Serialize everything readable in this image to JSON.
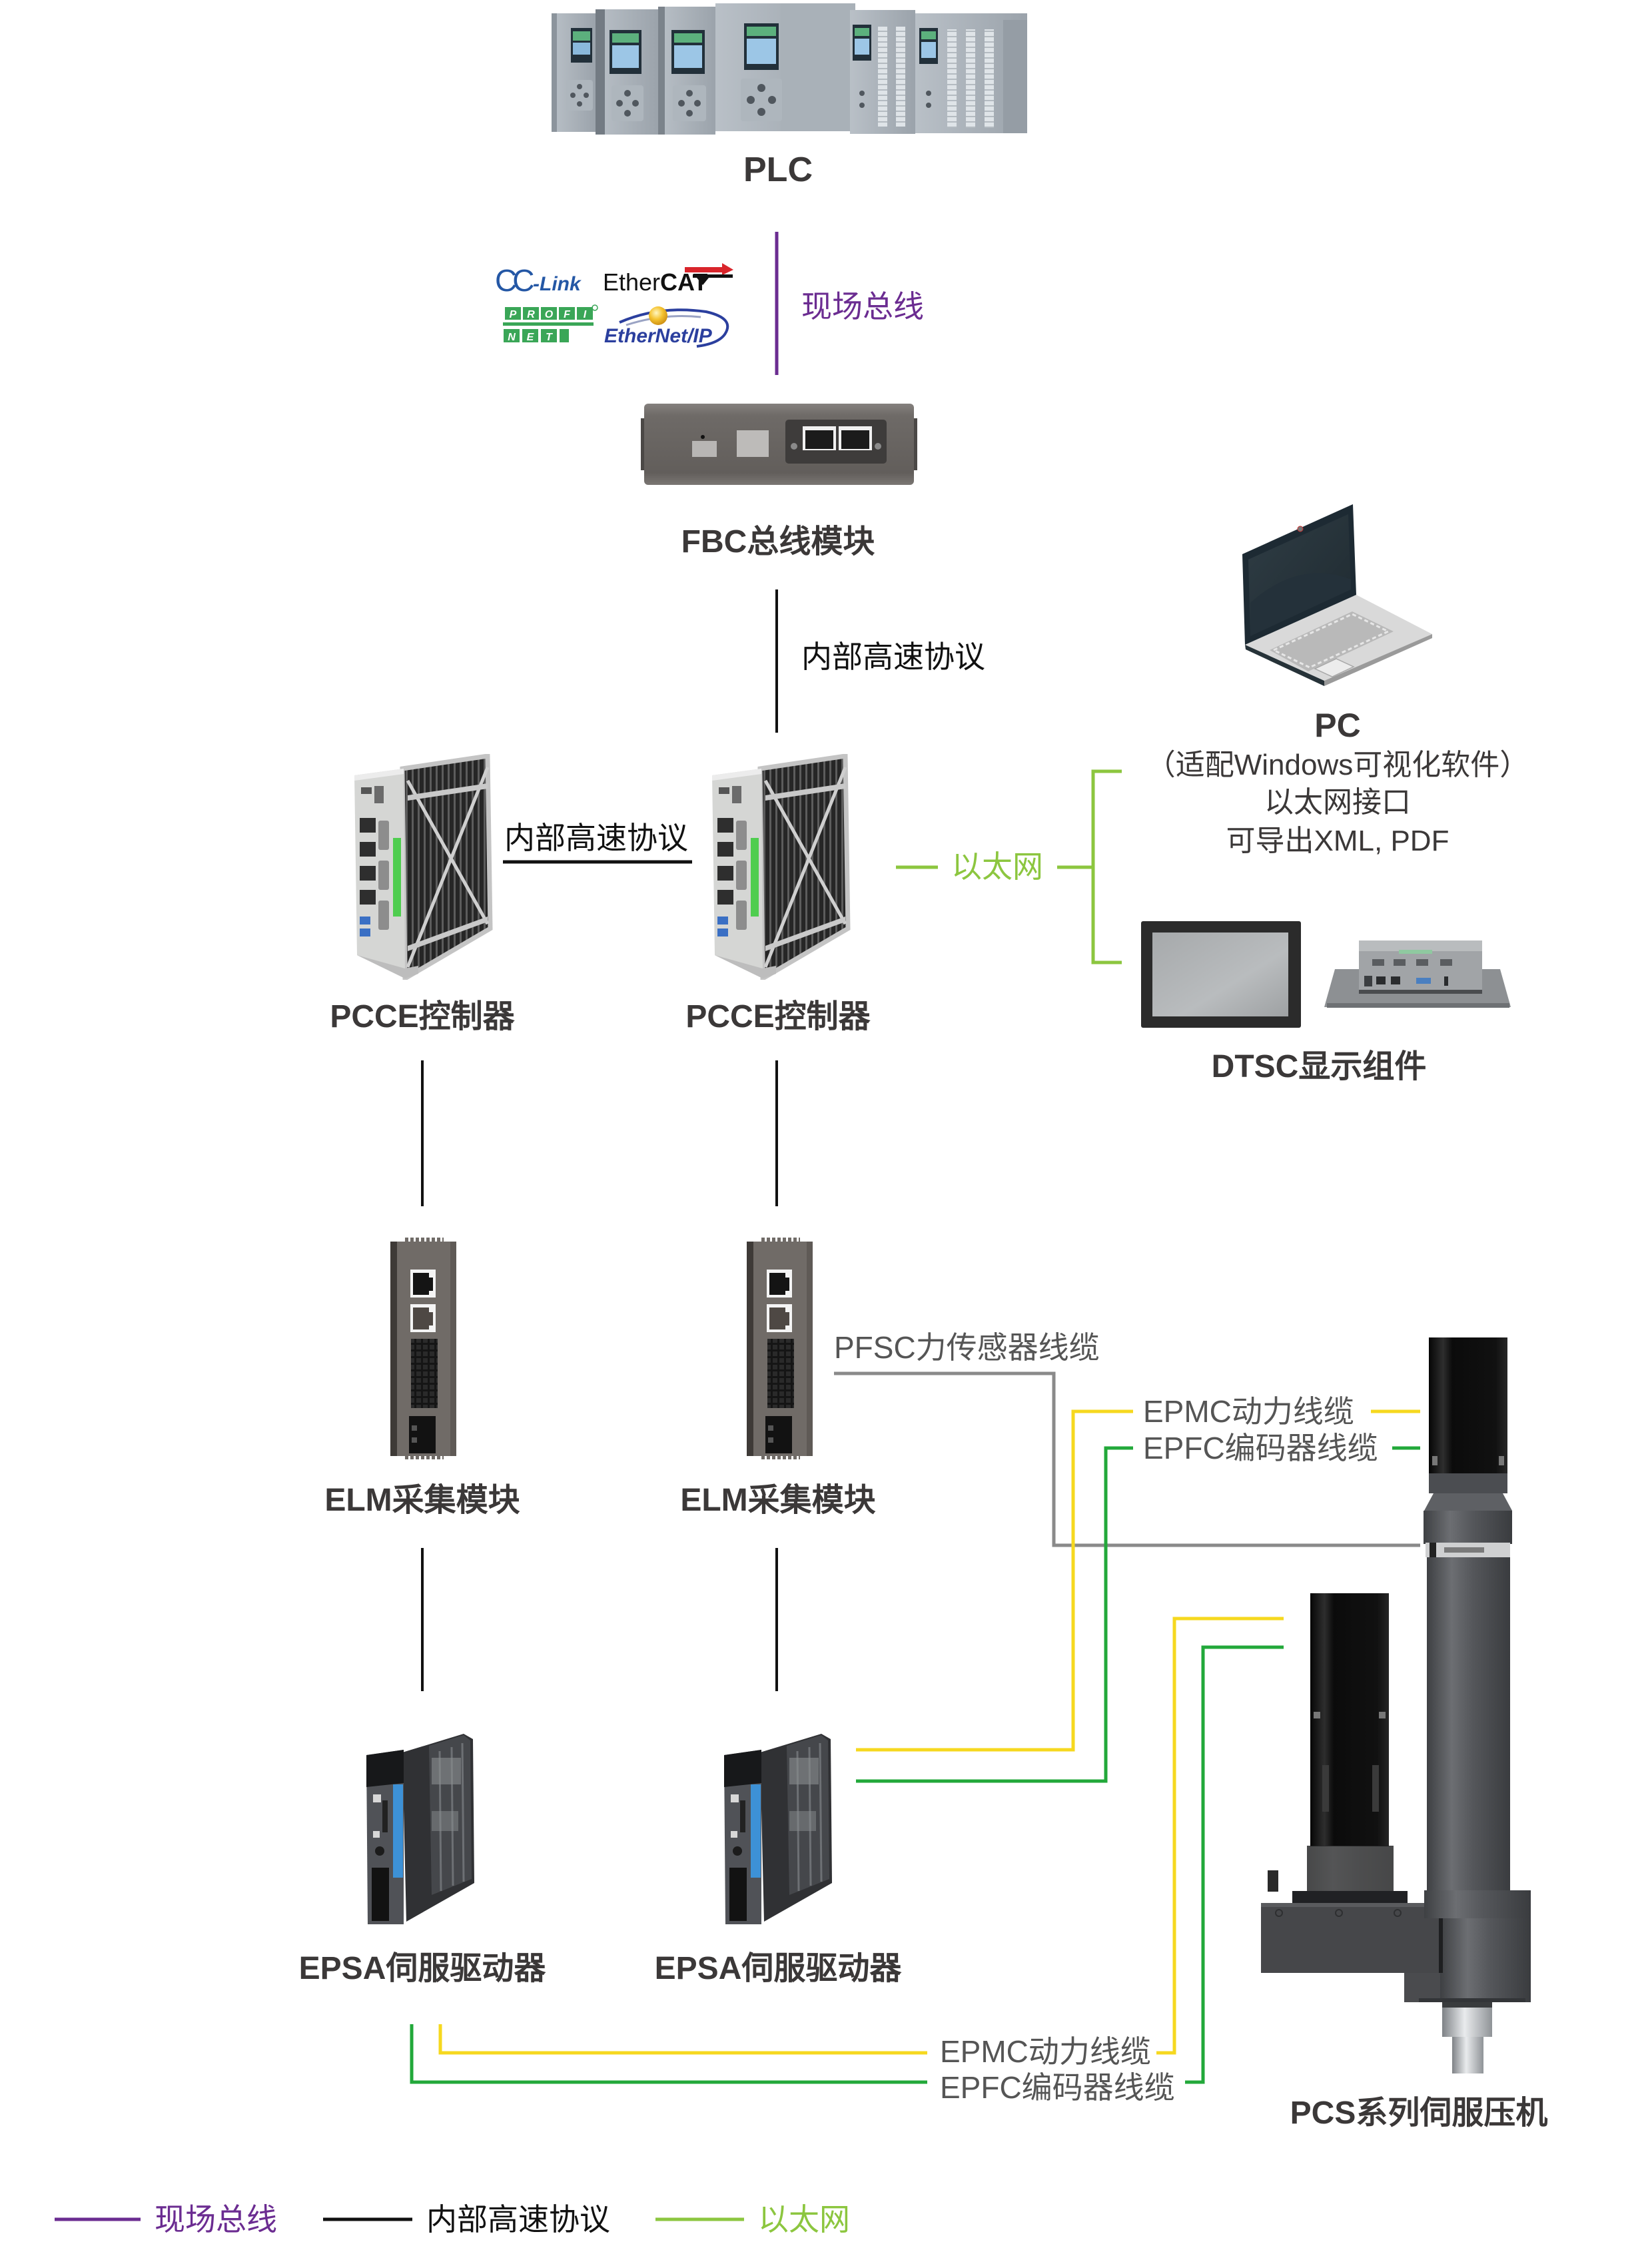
{
  "nodes": {
    "plc": {
      "label": "PLC"
    },
    "fbc": {
      "label": "FBC总线模块"
    },
    "pc": {
      "title": "PC",
      "description": [
        "（适配Windows可视化软件）",
        "以太网接口",
        "可导出XML, PDF"
      ]
    },
    "dtsc": {
      "label": "DTSC显示组件"
    },
    "pcce": [
      {
        "label": "PCCE控制器"
      },
      {
        "label": "PCCE控制器"
      }
    ],
    "elm": [
      {
        "label": "ELM采集模块"
      },
      {
        "label": "ELM采集模块"
      }
    ],
    "epsa": [
      {
        "label": "EPSA伺服驱动器"
      },
      {
        "label": "EPSA伺服驱动器"
      }
    ],
    "pcs": {
      "label": "PCS系列伺服压机"
    }
  },
  "protocol_logos": {
    "cc_link": {
      "main": "CC",
      "suffix": "-Link"
    },
    "ethercat": {
      "main": "Ether",
      "bold": "CAT"
    },
    "profinet": {
      "top": [
        "P",
        "R",
        "O",
        "F",
        "I"
      ],
      "bottom": [
        "N",
        "E",
        "T"
      ]
    },
    "ethernet_ip": {
      "text": "EtherNet/IP"
    }
  },
  "connections": {
    "fieldbus": {
      "label": "现场总线"
    },
    "fbc_to_pcce": {
      "label": "内部高速协议"
    },
    "pcce_to_pcce": {
      "label": "内部高速协议"
    },
    "ethernet": {
      "label": "以太网"
    },
    "pfsc_cable": {
      "label": "PFSC力传感器线缆"
    },
    "upper_power_cable": {
      "label": "EPMC动力线缆"
    },
    "upper_encoder_cable": {
      "label": "EPFC编码器线缆"
    },
    "lower_power_cable": {
      "label": "EPMC动力线缆"
    },
    "lower_encoder_cable": {
      "label": "EPFC编码器线缆"
    }
  },
  "legend": [
    {
      "label": "现场总线",
      "color_key": "fieldbus"
    },
    {
      "label": "内部高速协议",
      "color_key": "internal"
    },
    {
      "label": "以太网",
      "color_key": "ethernet"
    }
  ],
  "colors": {
    "fieldbus": "#6b2c91",
    "internal": "#111111",
    "ethernet": "#8cc63f",
    "power_cable": "#f6d81f",
    "encoder_cable": "#22a83a",
    "sensor_cable": "#8a8a8a",
    "label_text": "#3b3838",
    "cable_label_text": "#555555"
  }
}
